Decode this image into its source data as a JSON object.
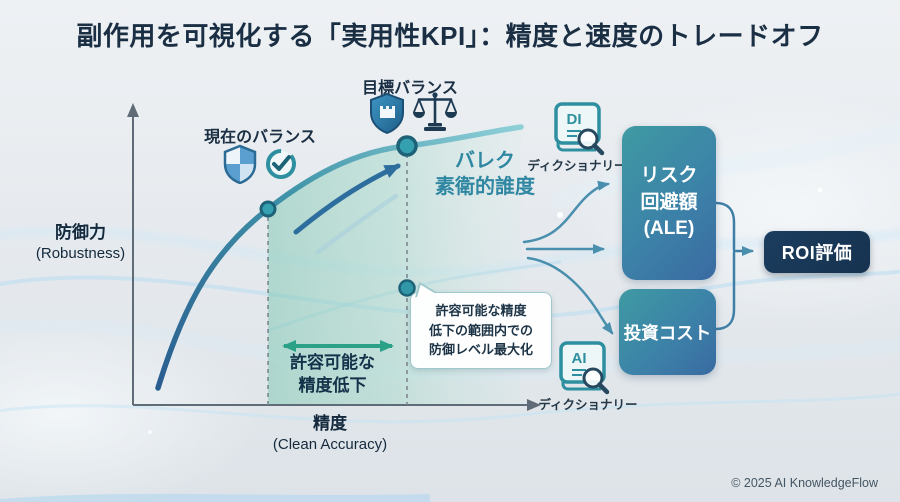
{
  "title": "副作用を可視化する「実用性KPI」：精度と速度のトレードオフ",
  "chart": {
    "y_axis_label": "防御力",
    "y_axis_sublabel": "(Robustness)",
    "x_axis_label": "精度",
    "x_axis_sublabel": "(Clean Accuracy)",
    "current_point_label": "現在のバランス",
    "target_point_label": "目標バランス",
    "curve_caption_line1": "バレク",
    "curve_caption_line2": "素衛的誰度",
    "tolerance_label_line1": "許容可能な",
    "tolerance_label_line2": "精度低下",
    "callout_line1": "許容可能な精度",
    "callout_line2": "低下の範囲内での",
    "callout_line3": "防御レベル最大化"
  },
  "flow": {
    "dictionary_top": {
      "badge": "DI",
      "label": "ディクショナリー"
    },
    "dictionary_bottom": {
      "badge": "AI",
      "label": "ディクショナリー"
    },
    "risk_box_line1": "リスク",
    "risk_box_line2": "回避額",
    "risk_box_line3": "(ALE)",
    "cost_box_label": "投資コスト",
    "roi_box_label": "ROI評価"
  },
  "footer": {
    "copyright": "© 2025 AI KnowledgeFlow"
  },
  "colors": {
    "title_navy": "#1b2f44",
    "curve_blue": "#2a5d8f",
    "curve_teal": "#7cc4cc",
    "area_green": "#7ec7b2",
    "range_arrow_green": "#2ba188",
    "connector_teal": "#4a8fae",
    "box_gradient_start": "#3f9aa2",
    "box_gradient_end": "#3a6ba2",
    "roi_navy": "#16324f",
    "caption_teal": "#2f87a2"
  }
}
